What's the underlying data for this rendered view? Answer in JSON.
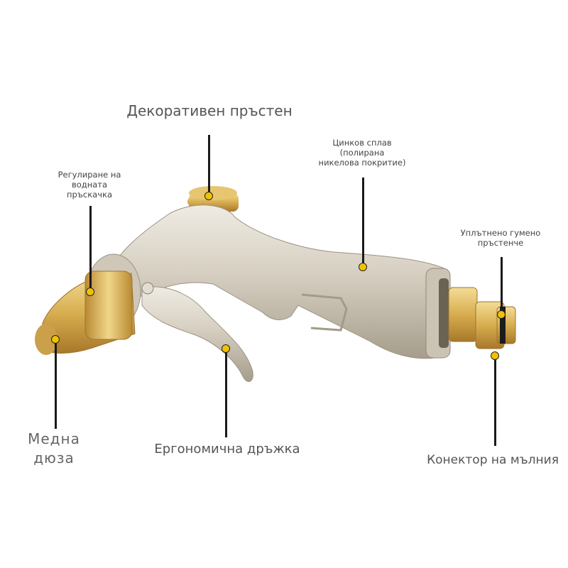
{
  "callouts": {
    "decorative_ring": "Декоративен пръстен",
    "zinc_alloy": "Цинков сплав\n(полирана\nникелова покритие)",
    "spray_adjust": "Регулиране на\nводната\nпръскачка",
    "sealing_ring": "Уплътнено гумено\nпръстенче",
    "copper_nozzle": "Медна\nдюза",
    "ergonomic_handle": "Ергономична дръжка",
    "quick_connector": "Конектор на мълния"
  },
  "colors": {
    "marker": "#f2c200",
    "leader": "#1a1a1a",
    "label_text": "#4a4a4a",
    "body_nickel": "#d8d2c6",
    "brass": "#d9b45a"
  }
}
